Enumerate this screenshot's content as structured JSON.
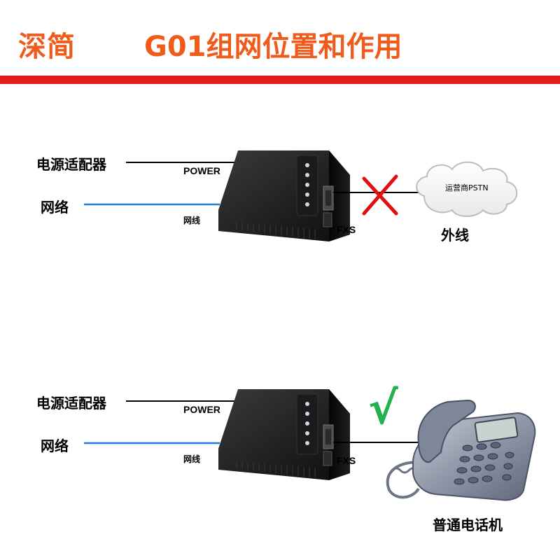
{
  "header": {
    "brand": "深简",
    "title": "G01组网位置和作用"
  },
  "scenario1": {
    "power_adapter_label": "电源适配器",
    "network_label": "网络",
    "power_port_label": "POWER",
    "cable_label": "网线",
    "fxs_label": "FXS",
    "cloud_label": "运营商PSTN",
    "outside_line_label": "外线",
    "status_mark": "X"
  },
  "scenario2": {
    "power_adapter_label": "电源适配器",
    "network_label": "网络",
    "power_port_label": "POWER",
    "cable_label": "网线",
    "fxs_label": "FXS",
    "phone_label": "普通电话机",
    "status_mark": "√"
  },
  "colors": {
    "brand_orange": "#f05a1a",
    "header_bar_red": "#e21b1b",
    "network_line_blue": "#1e7fd8",
    "cross_red": "#e01010",
    "check_green": "#22b14c",
    "device_black": "#141414"
  }
}
